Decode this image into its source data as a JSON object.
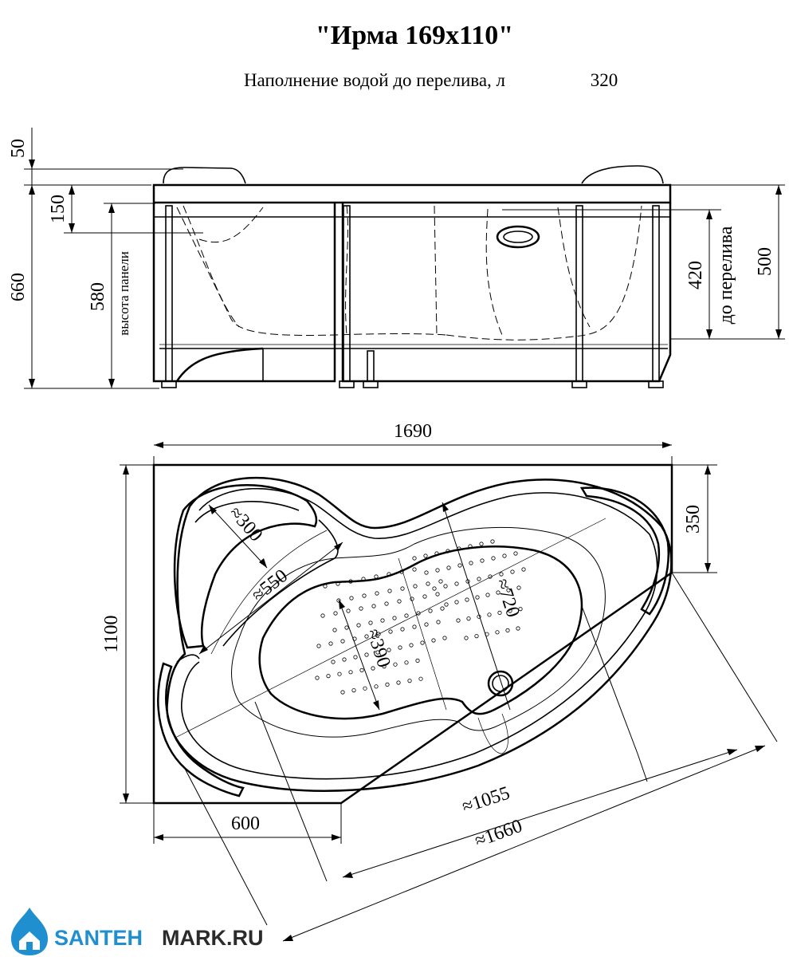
{
  "header": {
    "title": "\"Ирма 169х110\"",
    "fill_label": "Наполнение водой до перелива, л",
    "fill_value": "320"
  },
  "side_view": {
    "dim_50": "50",
    "dim_150": "150",
    "dim_660": "660",
    "dim_580": "580",
    "panel_height_label": "высота панели",
    "dim_420": "420",
    "overflow_label": "до перелива",
    "dim_500": "500"
  },
  "top_view": {
    "dim_1690": "1690",
    "dim_1100": "1100",
    "dim_350": "350",
    "dim_300": "≈300",
    "dim_550": "≈550",
    "dim_720": "≈720",
    "dim_390": "≈390",
    "dim_1055": "≈1055",
    "dim_1660": "≈1660",
    "dim_600": "600"
  },
  "brand": {
    "part1": "SANTEH",
    "part2": "MARK.RU",
    "icon": "house-drop-icon",
    "color_primary": "#1f8fd0",
    "color_dark": "#2b2b2b"
  }
}
